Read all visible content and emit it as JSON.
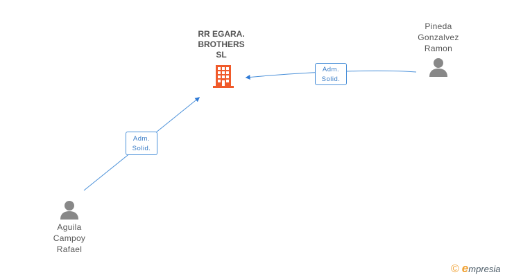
{
  "company": {
    "name_lines": [
      "RR EGARA.",
      "BROTHERS",
      "SL"
    ],
    "icon": "building-icon",
    "color": "#f05a2a"
  },
  "persons": [
    {
      "name_lines": [
        "Pineda",
        "Gonzalvez",
        "Ramon"
      ],
      "icon": "person-icon"
    },
    {
      "name_lines": [
        "Aguila",
        "Campoy",
        "Rafael"
      ],
      "icon": "person-icon"
    }
  ],
  "relations": [
    {
      "from": "Pineda Gonzalvez Ramon",
      "to": "RR EGARA. BROTHERS SL",
      "label_lines": [
        "Adm.",
        "Solid."
      ]
    },
    {
      "from": "Aguila Campoy Rafael",
      "to": "RR EGARA. BROTHERS SL",
      "label_lines": [
        "Adm.",
        "Solid."
      ]
    }
  ],
  "colors": {
    "link": "#4a90d9",
    "person": "#888888",
    "text": "#555555"
  },
  "brand": {
    "copyright": "©",
    "e_letter": "e",
    "rest": "mpresia",
    "color": "#f0a030"
  }
}
